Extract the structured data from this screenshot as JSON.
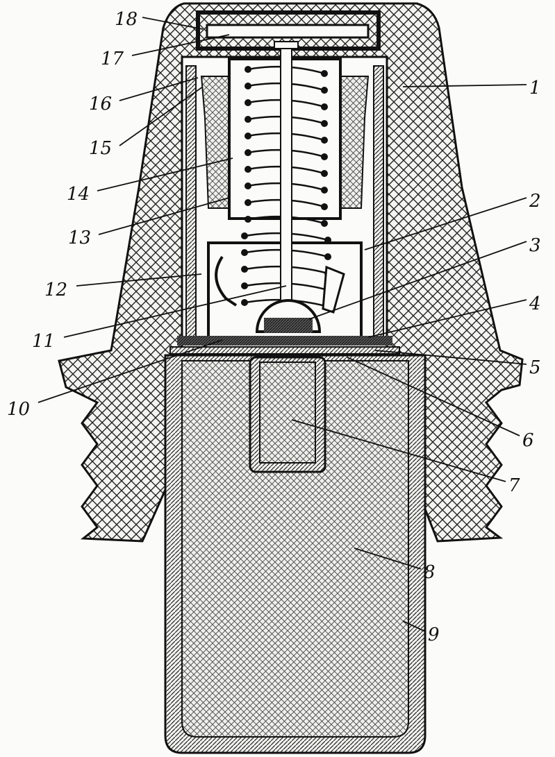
{
  "diagram": {
    "type": "cross-section drawing",
    "callouts": {
      "c1": "1",
      "c2": "2",
      "c3": "3",
      "c4": "4",
      "c5": "5",
      "c6": "6",
      "c7": "7",
      "c8": "8",
      "c9": "9",
      "c10": "10",
      "c11": "11",
      "c12": "12",
      "c13": "13",
      "c14": "14",
      "c15": "15",
      "c16": "16",
      "c17": "17",
      "c18": "18"
    }
  }
}
